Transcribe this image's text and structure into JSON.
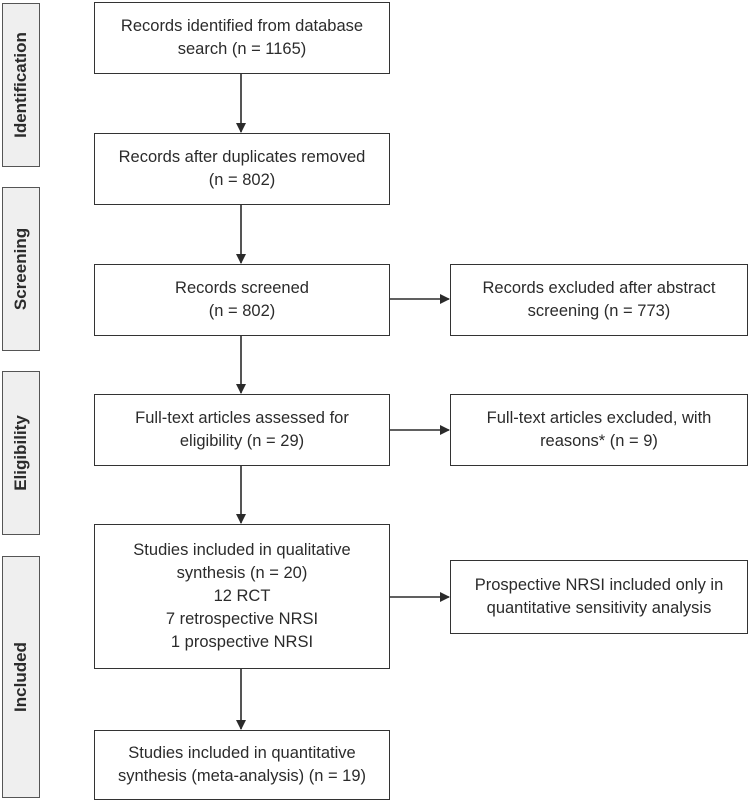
{
  "stages": {
    "identification": "Identification",
    "screening": "Screening",
    "eligibility": "Eligibility",
    "included": "Included"
  },
  "boxes": {
    "identified": {
      "lines": [
        "Records identified from database",
        "search (n = 1165)"
      ]
    },
    "duplicates_removed": {
      "lines": [
        "Records after duplicates removed",
        "(n = 802)"
      ]
    },
    "screened": {
      "lines": [
        "Records screened",
        "(n = 802)"
      ]
    },
    "excluded_abstract": {
      "lines": [
        "Records excluded after abstract",
        "screening (n = 773)"
      ]
    },
    "fulltext_assessed": {
      "lines": [
        "Full-text articles assessed for",
        "eligibility (n = 29)"
      ]
    },
    "fulltext_excluded": {
      "lines": [
        "Full-text articles excluded, with",
        "reasons* (n = 9)"
      ]
    },
    "qualitative": {
      "lines": [
        "Studies included in qualitative",
        "synthesis (n = 20)",
        "12 RCT",
        "7 retrospective NRSI",
        "1 prospective NRSI"
      ]
    },
    "prospective_only": {
      "lines": [
        "Prospective NRSI included only in",
        "quantitative sensitivity analysis"
      ]
    },
    "quantitative": {
      "lines": [
        "Studies included in quantitative",
        "synthesis (meta-analysis) (n = 19)"
      ]
    }
  }
}
